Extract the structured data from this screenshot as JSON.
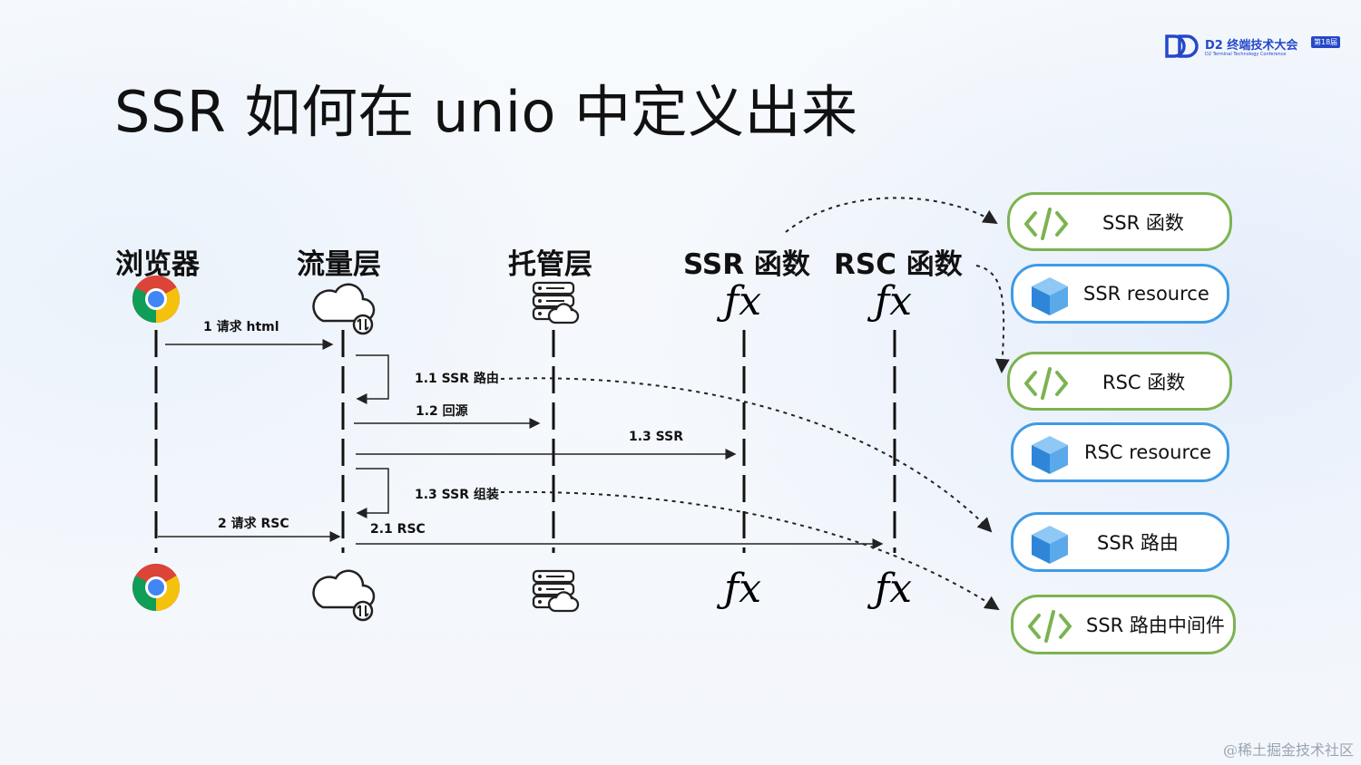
{
  "title": "SSR 如何在 unio 中定义出来",
  "logo": {
    "name": "D2 终端技术大会",
    "sub": "D2 Terminal Technology Conference",
    "badge": "第18届"
  },
  "columns": [
    {
      "label": "浏览器",
      "icon": "chrome-icon"
    },
    {
      "label": "流量层",
      "icon": "cloud-sync-icon"
    },
    {
      "label": "托管层",
      "icon": "server-cloud-icon"
    },
    {
      "label": "SSR 函数",
      "icon": "function-fx-icon"
    },
    {
      "label": "RSC 函数",
      "icon": "function-fx-icon"
    }
  ],
  "messages": {
    "m1": "1 请求 html",
    "m11": "1.1 SSR 路由",
    "m12": "1.2 回源",
    "m13": "1.3 SSR",
    "m13b": "1.3 SSR 组装",
    "m2": "2 请求 RSC",
    "m21": "2.1 RSC"
  },
  "fx": "ƒx",
  "cards": [
    {
      "label": "SSR 函数",
      "style": "green",
      "icon": "code-icon"
    },
    {
      "label": "SSR resource",
      "style": "blue",
      "icon": "cube-icon"
    },
    {
      "label": "RSC 函数",
      "style": "green",
      "icon": "code-icon"
    },
    {
      "label": "RSC resource",
      "style": "blue",
      "icon": "cube-icon"
    },
    {
      "label": "SSR 路由",
      "style": "blue",
      "icon": "cube-icon"
    },
    {
      "label": "SSR 路由中间件",
      "style": "green",
      "icon": "code-icon"
    }
  ],
  "colors": {
    "green": "#7cb351",
    "blue": "#3e9be6",
    "logo": "#2548c9"
  },
  "watermark": "@稀土掘金技术社区"
}
